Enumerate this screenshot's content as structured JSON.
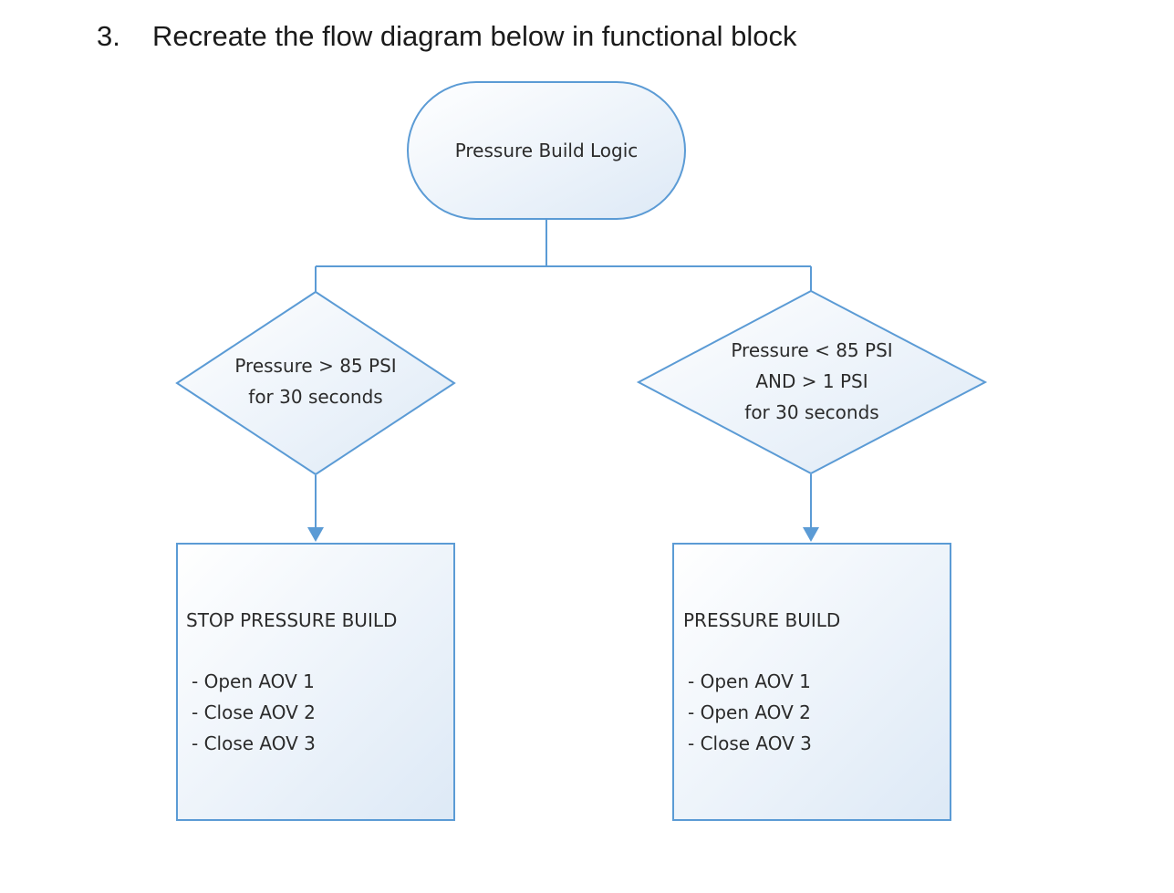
{
  "question": {
    "number": "3.",
    "text": "Recreate the flow diagram below in functional block"
  },
  "diagram": {
    "start": {
      "label": "Pressure Build Logic"
    },
    "left_decision": {
      "lines": [
        "Pressure > 85 PSI",
        "for 30 seconds"
      ]
    },
    "right_decision": {
      "lines": [
        "Pressure <  85 PSI",
        "AND > 1 PSI",
        "for  30 seconds"
      ]
    },
    "left_action": {
      "title": "STOP PRESSURE BUILD",
      "items": [
        "- Open AOV 1",
        "- Close AOV 2",
        "- Close AOV 3"
      ]
    },
    "right_action": {
      "title": "PRESSURE  BUILD",
      "items": [
        "- Open AOV 1",
        "- Open AOV 2",
        "- Close AOV 3"
      ]
    },
    "colors": {
      "stroke": "#5b9bd5",
      "fill_top": "#ffffff",
      "fill_bottom": "#dde9f6"
    }
  }
}
